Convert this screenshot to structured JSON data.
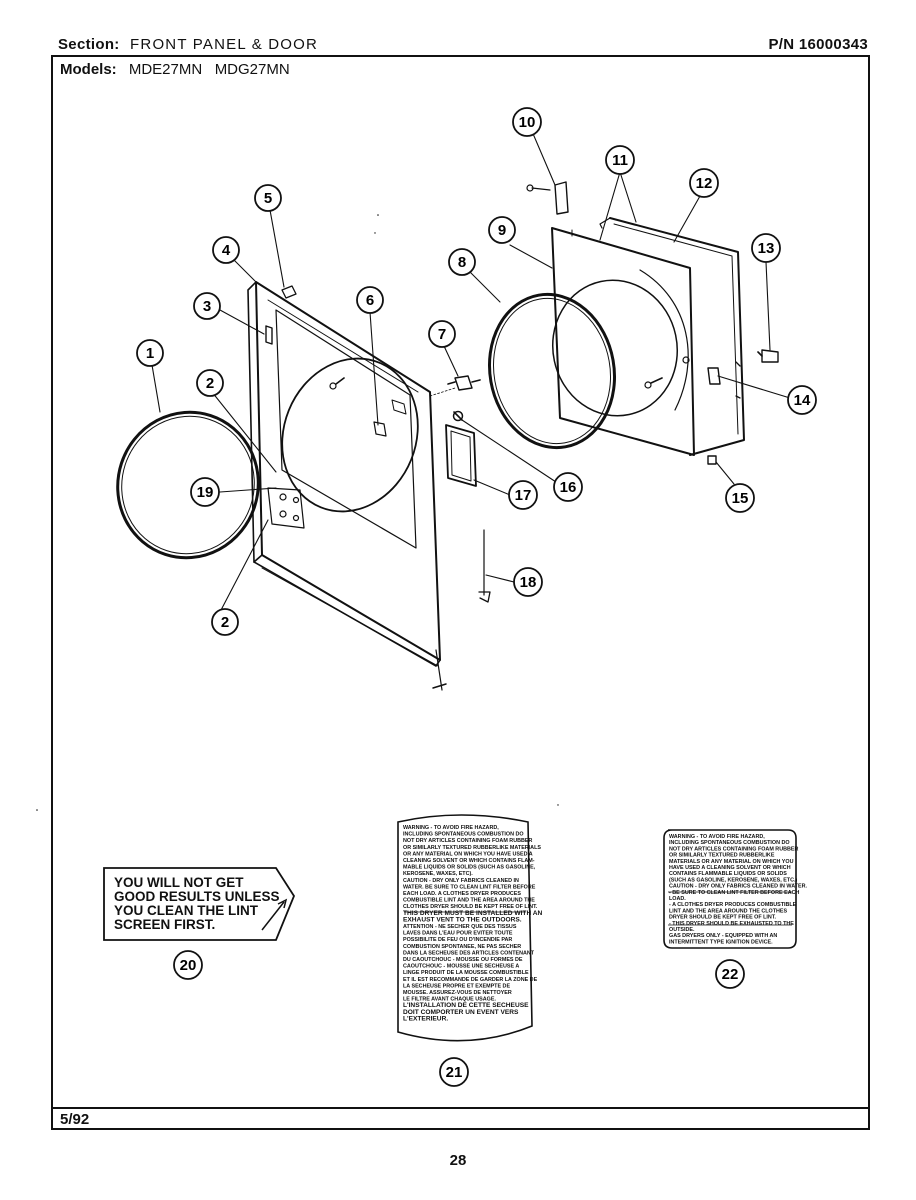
{
  "header": {
    "section_label": "Section:",
    "section_value": "FRONT PANEL & DOOR",
    "part_number": "P/N 16000343"
  },
  "models": {
    "label": "Models:",
    "values": "MDE27MN   MDG27MN"
  },
  "callouts": [
    "1",
    "2",
    "2",
    "3",
    "4",
    "5",
    "6",
    "7",
    "8",
    "9",
    "10",
    "11",
    "12",
    "13",
    "14",
    "15",
    "16",
    "17",
    "18",
    "19",
    "20",
    "21",
    "22"
  ],
  "label_20": {
    "lines": [
      "YOU WILL NOT GET",
      "GOOD RESULTS UNLESS",
      "YOU CLEAN THE LINT",
      "SCREEN FIRST."
    ]
  },
  "label_21": {
    "lines": [
      "WARNING - TO AVOID FIRE HAZARD,",
      "INCLUDING SPONTANEOUS COMBUSTION DO",
      "NOT DRY ARTICLES CONTAINING FOAM RUBBER",
      "OR SIMILARLY TEXTURED RUBBERLIKE MATERIALS",
      "OR ANY MATERIAL ON WHICH YOU HAVE USED A",
      "CLEANING SOLVENT OR WHICH CONTAINS FLAM-",
      "MABLE LIQUIDS OR SOLIDS (SUCH AS GASOLINE,",
      "KEROSENE, WAXES, ETC).",
      "CAUTION - DRY ONLY FABRICS CLEANED IN",
      "WATER. BE SURE TO CLEAN LINT FILTER BEFORE",
      "EACH LOAD. A CLOTHES DRYER PRODUCES",
      "COMBUSTIBLE LINT AND THE AREA AROUND THE",
      "CLOTHES DRYER SHOULD BE KEPT FREE OF LINT.",
      "THIS DRYER MUST BE INSTALLED WITH AN",
      "EXHAUST VENT TO THE OUTDOORS.",
      "ATTENTION - NE SECHER QUE DES TISSUS",
      "LAVES DANS L'EAU POUR EVITER TOUTE",
      "POSSIBILITE DE FEU OU D'INCENDIE PAR",
      "COMBUSTION SPONTANEE, NE PAS SECHER",
      "DANS LA SECHEUSE DES ARTICLES CONTENANT",
      "DU CAOUTCHOUC - MOUSSE OU FORMES DE",
      "CAOUTCHOUC - MOUSSE UNE SECHEUSE A",
      "LINGE PRODUIT DE LA MOUSSE COMBUSTIBLE",
      "ET IL EST RECOMMANDE DE GARDER LA ZONE DE",
      "LA SECHEUSE PROPRE ET EXEMPTE DE",
      "MOUSSE. ASSUREZ-VOUS DE NETTOYER",
      "LE FILTRE AVANT CHAQUE USAGE.",
      "L'INSTALLATION DE CETTE SECHEUSE",
      "DOIT COMPORTER UN EVENT VERS",
      "L'EXTERIEUR."
    ]
  },
  "label_22": {
    "lines": [
      "WARNING - TO AVOID FIRE HAZARD,",
      "INCLUDING SPONTANEOUS COMBUSTION DO",
      "NOT DRY ARTICLES CONTAINING FOAM RUBBER",
      "OR SIMILARLY TEXTURED RUBBERLIKE",
      "MATERIALS OR ANY MATERIAL ON WHICH YOU",
      "HAVE USED A CLEANING SOLVENT OR WHICH",
      "CONTAINS FLAMMABLE LIQUIDS OR SOLIDS",
      "(SUCH AS GASOLINE, KEROSENE, WAXES, ETC.)",
      "CAUTION - DRY ONLY FABRICS CLEANED IN WATER.",
      "- BE SURE TO CLEAN LINT FILTER BEFORE EACH",
      "LOAD.",
      "- A CLOTHES DRYER PRODUCES COMBUSTIBLE",
      "LINT AND THE AREA AROUND THE CLOTHES",
      "DRYER SHOULD BE KEPT FREE OF LINT.",
      "- THIS DRYER SHOULD BE EXHAUSTED TO THE",
      "OUTSIDE.",
      "GAS DRYERS ONLY - EQUIPPED WITH AN",
      "INTERMITTENT TYPE IGNITION DEVICE."
    ]
  },
  "footer": {
    "date": "5/92",
    "page_number": "28"
  }
}
